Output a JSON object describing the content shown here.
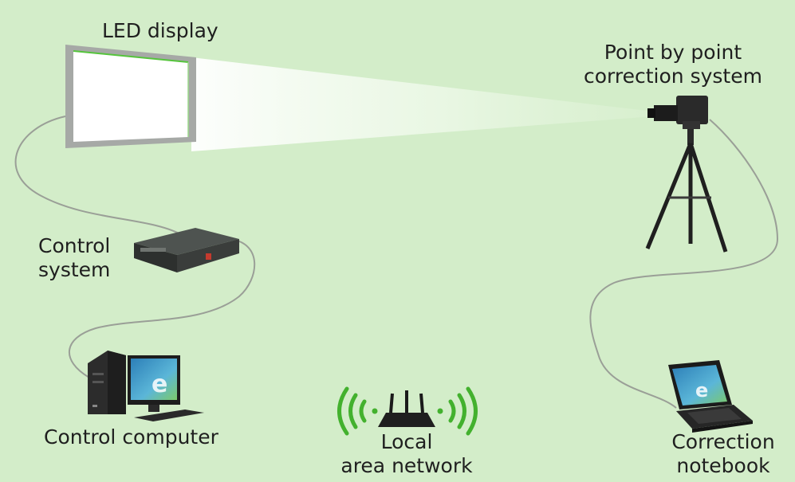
{
  "labels": {
    "led_display": "LED display",
    "correction_system": [
      "Point by point",
      "correction system"
    ],
    "control_system": [
      "Control",
      "system"
    ],
    "control_computer": "Control computer",
    "lan": [
      "Local",
      "area network"
    ],
    "correction_notebook": [
      "Correction",
      "notebook"
    ]
  },
  "colors": {
    "background": "#d3edc9",
    "cable": "#9a9f97",
    "wifi_waves": "#43b12e",
    "screen_frame": "#a6a9a6",
    "screen_accent": "#55c43c",
    "beam": "#ffffff"
  },
  "icons": {
    "led_display": "led-screen-icon",
    "camera": "camera-on-tripod-icon",
    "control_system": "controller-box-icon",
    "control_computer": "desktop-pc-icon",
    "router": "wifi-router-icon",
    "notebook": "laptop-icon"
  }
}
